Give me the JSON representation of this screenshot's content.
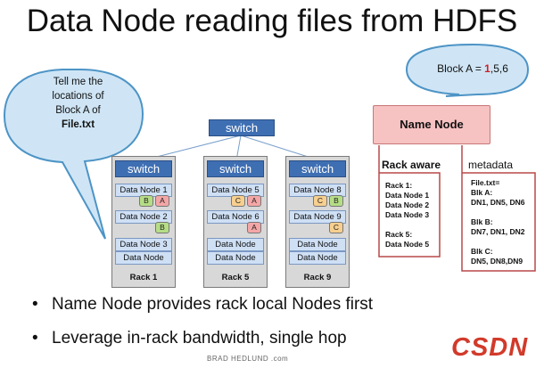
{
  "title": "Data Node reading files from HDFS",
  "callouts": {
    "client": {
      "lines": [
        "Tell me the",
        "locations of",
        "Block A of"
      ],
      "file": "File.txt"
    },
    "namenode": "Block A = ",
    "namenode_highlight": "1",
    "namenode_rest": ",5,6"
  },
  "switch_top": "switch",
  "racks": [
    {
      "switch": "switch",
      "label": "Rack 1",
      "nodes": [
        {
          "name": "Data Node 1",
          "blocks": [
            "B",
            "A"
          ]
        },
        {
          "name": "Data Node 2",
          "blocks": [
            "B"
          ]
        },
        {
          "name": "Data Node 3",
          "blocks": []
        },
        {
          "name": "Data Node",
          "blocks": []
        }
      ]
    },
    {
      "switch": "switch",
      "label": "Rack 5",
      "nodes": [
        {
          "name": "Data Node 5",
          "blocks": [
            "C",
            "A"
          ]
        },
        {
          "name": "Data Node 6",
          "blocks": [
            "A"
          ]
        },
        {
          "name": "Data Node",
          "blocks": []
        },
        {
          "name": "Data Node",
          "blocks": []
        }
      ]
    },
    {
      "switch": "switch",
      "label": "Rack 9",
      "nodes": [
        {
          "name": "Data Node 8",
          "blocks": [
            "C",
            "B"
          ]
        },
        {
          "name": "Data Node 9",
          "blocks": [
            "C"
          ]
        },
        {
          "name": "Data Node",
          "blocks": []
        },
        {
          "name": "Data Node",
          "blocks": []
        }
      ]
    }
  ],
  "name_node": "Name Node",
  "rack_aware": {
    "heading": "Rack aware",
    "text": "Rack 1:\nData Node 1\nData Node 2\nData Node 3\n\nRack 5:\nData Node 5"
  },
  "metadata": {
    "heading": "metadata",
    "text": "File.txt=\nBlk A:\nDN1, DN5, DN6\n\nBlk B:\nDN7, DN1, DN2\n\nBlk C:\nDN5, DN8,DN9"
  },
  "bullets": [
    "Name Node provides rack local Nodes first",
    "Leverage in-rack bandwidth, single hop"
  ],
  "credit": "BRAD HEDLUND .com",
  "watermark": "CSDN",
  "colors": {
    "switch": "#3f6fb3",
    "datanode": "#cfe0f5",
    "block_A": "#f4a6a6",
    "block_B": "#b5dd86",
    "block_C": "#f7cf8e",
    "namenode": "#f7c2c2",
    "callout": "#cfe5f5",
    "arrow": "#e8882a"
  }
}
